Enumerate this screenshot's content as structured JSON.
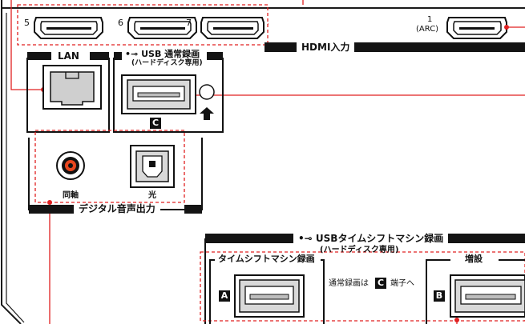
{
  "hdmi": {
    "group_label": "HDMI入力",
    "ports": [
      {
        "label": "5"
      },
      {
        "label": "6"
      },
      {
        "label": "7"
      },
      {
        "label_line1": "1",
        "label_line2": "(ARC)"
      }
    ]
  },
  "lan": {
    "label": "LAN"
  },
  "usb_rec": {
    "label": "USB 通常録画",
    "sublabel": "(ハードディスク専用)",
    "letter": "C"
  },
  "digital_audio": {
    "group_label": "デジタル音声出力",
    "coaxial_label": "同軸",
    "optical_label": "光"
  },
  "usb_timeshift": {
    "header": "USBタイムシフトマシン録画",
    "sublabel": "(ハードディスク専用)",
    "box_label": "タイムシフトマシン録画",
    "letter_a": "A",
    "note_prefix": "通常録画は",
    "note_letter": "C",
    "note_suffix": "端子へ",
    "expand_label": "増設",
    "letter_b": "B"
  },
  "colors": {
    "panel_stroke": "#1a1a1a",
    "callout_red": "#e02020",
    "coax_orange": "#e8461e",
    "port_gray": "#d9d9d9"
  },
  "icons": [
    "usb-icon",
    "up-arrow-icon"
  ]
}
